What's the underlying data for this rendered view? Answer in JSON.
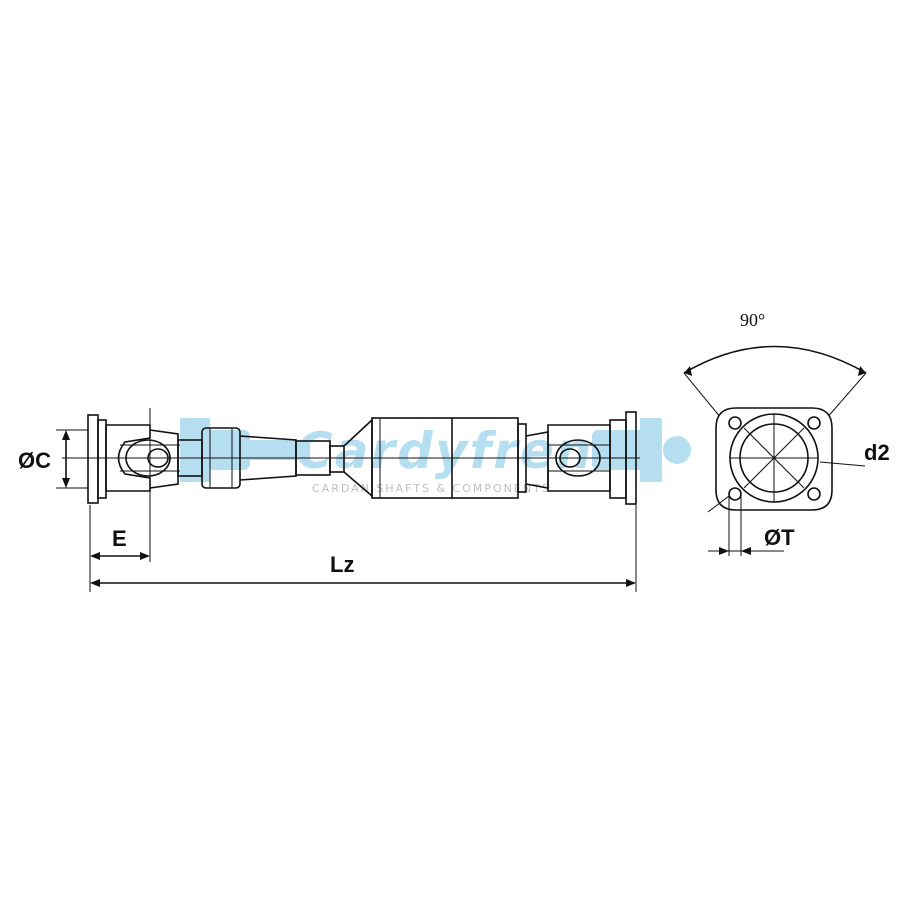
{
  "labels": {
    "diameter_c": "ØC",
    "length_e": "E",
    "length_lz": "Lz",
    "angle": "90°",
    "bolt_hole": "d2",
    "diameter_t": "ØT"
  },
  "watermark": {
    "brand": "Cardyfren",
    "tagline": "CARDAN SHAFTS & COMPONENTS"
  },
  "colors": {
    "line": "#111111",
    "watermark": "#aedcf0",
    "background": "#ffffff"
  }
}
